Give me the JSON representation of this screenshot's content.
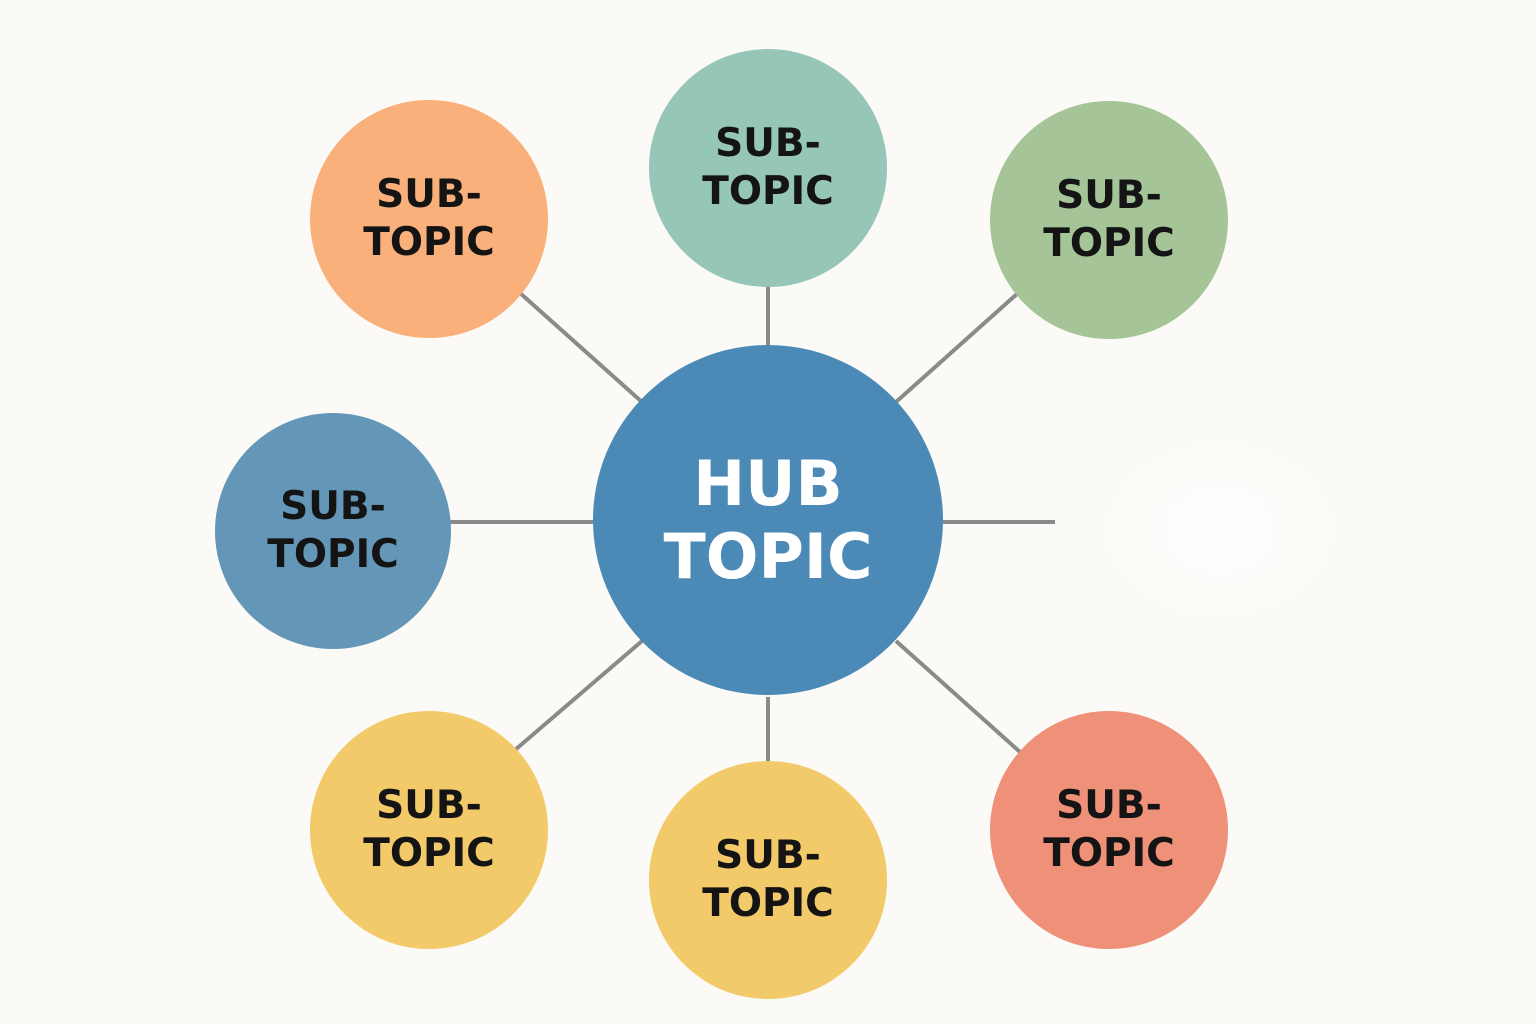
{
  "hub": {
    "line1": "HUB",
    "line2": "TOPIC",
    "color": "#4b89b6"
  },
  "subtopics": [
    {
      "id": "top-left",
      "line1": "SUB-",
      "line2": "TOPIC",
      "color": "#f9b07a"
    },
    {
      "id": "top-center",
      "line1": "SUB-",
      "line2": "TOPIC",
      "color": "#95c6b8"
    },
    {
      "id": "top-right",
      "line1": "SUB-",
      "line2": "TOPIC",
      "color": "#a5c497"
    },
    {
      "id": "middle-left",
      "line1": "SUB-",
      "line2": "TOPIC",
      "color": "#6497b7"
    },
    {
      "id": "bottom-left",
      "line1": "SUB-",
      "line2": "TOPIC",
      "color": "#f3ca69"
    },
    {
      "id": "bottom-center",
      "line1": "SUB-",
      "line2": "TOPIC",
      "color": "#f3ca69"
    },
    {
      "id": "bottom-right",
      "line1": "SUB-",
      "line2": "TOPIC",
      "color": "#ef9078"
    }
  ],
  "connector_color": "#8a8a8a",
  "background_color": "#fbfaf6"
}
